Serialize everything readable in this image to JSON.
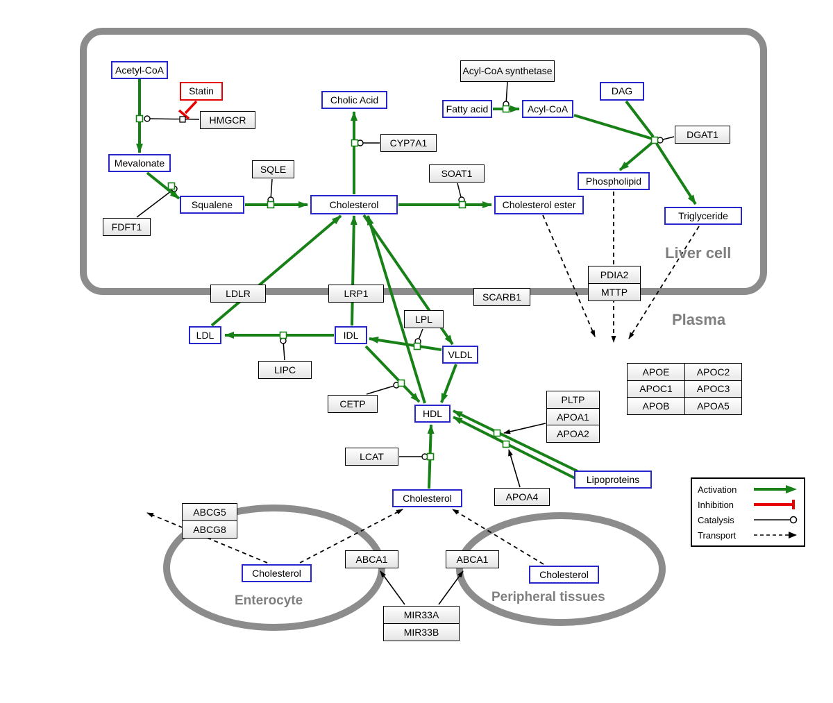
{
  "compartments": {
    "liver": "Liver cell",
    "plasma": "Plasma",
    "enterocyte": "Enterocyte",
    "peripheral": "Peripheral tissues"
  },
  "nodes": {
    "acetyl_coa": "Acetyl-CoA",
    "statin": "Statin",
    "hmgcr": "HMGCR",
    "mevalonate": "Mevalonate",
    "fdft1": "FDFT1",
    "squalene": "Squalene",
    "sqle": "SQLE",
    "cholesterol_liver": "Cholesterol",
    "cholic_acid": "Cholic Acid",
    "cyp7a1": "CYP7A1",
    "soat1": "SOAT1",
    "cholesterol_ester": "Cholesterol ester",
    "acyl_coa_synthetase": "Acyl-CoA synthetase",
    "fatty_acid": "Fatty acid",
    "acyl_coa": "Acyl-CoA",
    "dag": "DAG",
    "dgat1": "DGAT1",
    "phospholipid": "Phospholipid",
    "triglyceride": "Triglyceride",
    "ldlr": "LDLR",
    "lrp1": "LRP1",
    "scarb1": "SCARB1",
    "pdia2": "PDIA2",
    "mttp": "MTTP",
    "ldl": "LDL",
    "idl": "IDL",
    "lpl": "LPL",
    "vldl": "VLDL",
    "lipc": "LIPC",
    "cetp": "CETP",
    "hdl": "HDL",
    "pltp": "PLTP",
    "apoa1": "APOA1",
    "apoa2": "APOA2",
    "lcat": "LCAT",
    "apoa4": "APOA4",
    "lipoproteins": "Lipoproteins",
    "cholesterol_plasma": "Cholesterol",
    "abcg5": "ABCG5",
    "abcg8": "ABCG8",
    "cholesterol_enterocyte": "Cholesterol",
    "abca1_left": "ABCA1",
    "abca1_right": "ABCA1",
    "cholesterol_peripheral": "Cholesterol",
    "mir33a": "MIR33A",
    "mir33b": "MIR33B"
  },
  "apo_table": [
    [
      "APOE",
      "APOC2"
    ],
    [
      "APOC1",
      "APOC3"
    ],
    [
      "APOB",
      "APOA5"
    ]
  ],
  "legend": {
    "activation": "Activation",
    "inhibition": "Inhibition",
    "catalysis": "Catalysis",
    "transport": "Transport"
  },
  "colors": {
    "activation_green": "#178117",
    "inhibition_red": "#e60000",
    "metabolite_blue": "#2626cc",
    "compartment_gray": "#8c8c8c"
  }
}
